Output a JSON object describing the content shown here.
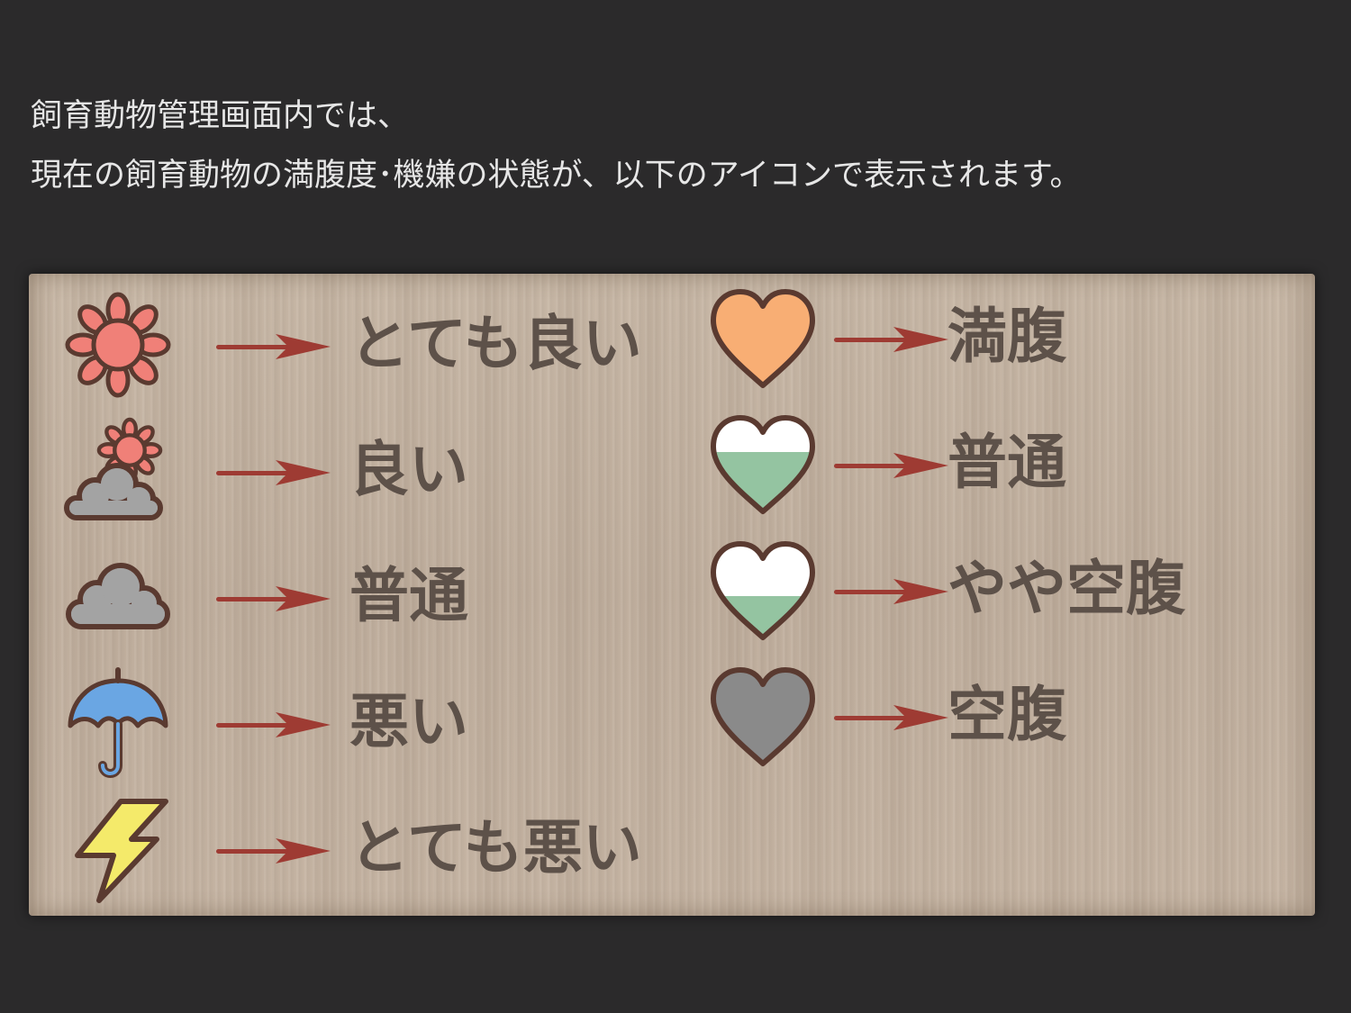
{
  "intro": {
    "line1": "飼育動物管理画面内では、",
    "line2": "現在の飼育動物の満腹度･機嫌の状態が、以下のアイコンで表示されます。"
  },
  "legend": {
    "mood": [
      {
        "icon": "sun-icon",
        "label": "とても良い"
      },
      {
        "icon": "sun-behind-cloud-icon",
        "label": "良い"
      },
      {
        "icon": "cloud-icon",
        "label": "普通"
      },
      {
        "icon": "umbrella-icon",
        "label": "悪い"
      },
      {
        "icon": "lightning-icon",
        "label": "とても悪い"
      }
    ],
    "hunger": [
      {
        "icon": "full-heart-icon",
        "label": "満腹"
      },
      {
        "icon": "half-heart-icon",
        "label": "普通"
      },
      {
        "icon": "low-heart-icon",
        "label": "やや空腹"
      },
      {
        "icon": "empty-heart-icon",
        "label": "空腹"
      }
    ]
  },
  "colors": {
    "background": "#2b2a2b",
    "board": "#c4b3a2",
    "label_text": "#5d5149",
    "arrow": "#9e3b33",
    "outline": "#5a3a30",
    "sun": "#f08078",
    "cloud": "#a3a3a3",
    "umbrella": "#6aa6e3",
    "lightning": "#f4ea6a",
    "heart_full": "#f8ae74",
    "heart_green": "#94c4a1",
    "heart_empty": "#8a8a8a"
  }
}
